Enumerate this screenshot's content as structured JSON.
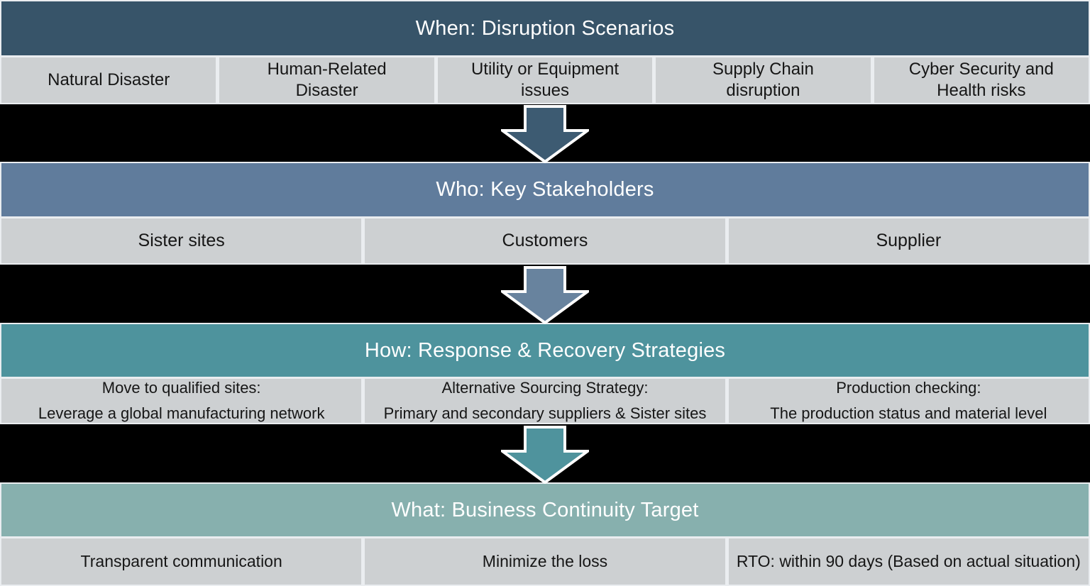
{
  "palette": {
    "page_bg": "#000000",
    "cell_bg": "#CDD0D2",
    "gap": "#EAEDF0",
    "text_dark": "#161616",
    "header_text": "#FFFFFF"
  },
  "sections": [
    {
      "title": "When: Disruption Scenarios",
      "header_color": "#375469",
      "cells": [
        {
          "lines": [
            "Natural Disaster"
          ]
        },
        {
          "lines": [
            "Human-Related",
            "Disaster"
          ]
        },
        {
          "lines": [
            "Utility or Equipment",
            "issues"
          ]
        },
        {
          "lines": [
            "Supply Chain",
            "disruption"
          ]
        },
        {
          "lines": [
            "Cyber Security and",
            "Health risks"
          ]
        }
      ]
    },
    {
      "title": "Who: Key Stakeholders",
      "header_color": "#607C9C",
      "cells": [
        {
          "lines": [
            "Sister sites"
          ]
        },
        {
          "lines": [
            "Customers"
          ]
        },
        {
          "lines": [
            "Supplier"
          ]
        }
      ]
    },
    {
      "title": "How: Response & Recovery Strategies",
      "header_color": "#4E939D",
      "cells": [
        {
          "lines": [
            "Move to qualified sites:",
            "Leverage a global manufacturing network"
          ]
        },
        {
          "lines": [
            "Alternative Sourcing Strategy:",
            "Primary and secondary suppliers & Sister sites"
          ]
        },
        {
          "lines": [
            "Production checking:",
            "The production status and material level"
          ]
        }
      ]
    },
    {
      "title": "What: Business Continuity Target",
      "header_color": "#87B0AE",
      "cells": [
        {
          "lines": [
            "Transparent communication"
          ]
        },
        {
          "lines": [
            "Minimize the loss"
          ]
        },
        {
          "lines": [
            "RTO: within 90 days (Based on actual situation)"
          ]
        }
      ]
    }
  ],
  "arrows": [
    {
      "name": "down-arrow-1",
      "color": "#3D5B72"
    },
    {
      "name": "down-arrow-2",
      "color": "#68839E"
    },
    {
      "name": "down-arrow-3",
      "color": "#4F939D"
    }
  ]
}
